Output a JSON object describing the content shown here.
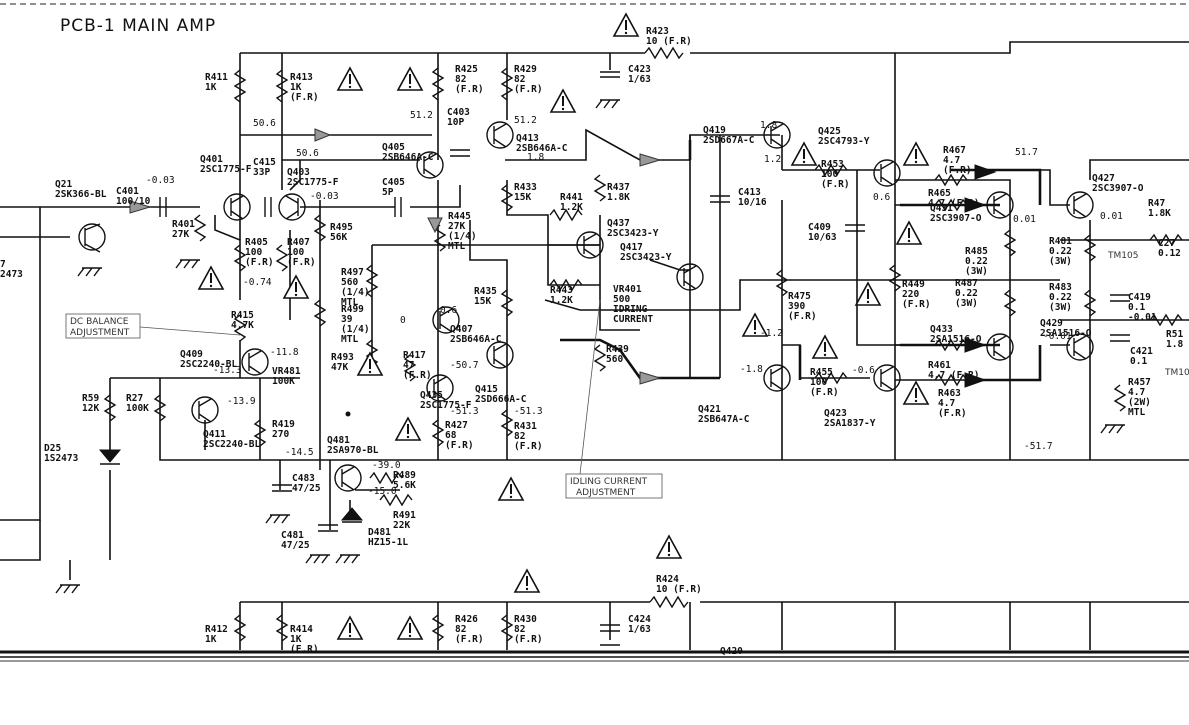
{
  "diagram": {
    "title": "PCB-1 MAIN AMP",
    "notes": {
      "dc_balance_1": "DC BALANCE",
      "dc_balance_2": "ADJUSTMENT",
      "idling_1": "IDLING CURRENT",
      "idling_2": "ADJUSTMENT",
      "tm_top": "TM105",
      "tm_bottom": "TM10"
    },
    "resistors": [
      {
        "id": "r411",
        "lines": [
          "R411",
          "1K"
        ]
      },
      {
        "id": "r413",
        "lines": [
          "R413",
          "1K",
          "(F.R)"
        ]
      },
      {
        "id": "r425",
        "lines": [
          "R425",
          "82",
          "(F.R)"
        ]
      },
      {
        "id": "r429",
        "lines": [
          "R429",
          "82",
          "(F.R)"
        ]
      },
      {
        "id": "r423",
        "lines": [
          "R423",
          "10 (F.R)"
        ]
      },
      {
        "id": "r401",
        "lines": [
          "R401",
          "27K"
        ]
      },
      {
        "id": "r405",
        "lines": [
          "R405",
          "100",
          "(F.R)"
        ]
      },
      {
        "id": "r407",
        "lines": [
          "R407",
          "100",
          "(F.R)"
        ]
      },
      {
        "id": "r495",
        "lines": [
          "R495",
          "56K"
        ]
      },
      {
        "id": "r497",
        "lines": [
          "R497",
          "560",
          "(1/4)",
          "MTL"
        ]
      },
      {
        "id": "r499",
        "lines": [
          "R499",
          "39",
          "(1/4)",
          "MTL"
        ]
      },
      {
        "id": "r445",
        "lines": [
          "R445",
          "27K",
          "(1/4)",
          "MTL"
        ]
      },
      {
        "id": "r433",
        "lines": [
          "R433",
          "15K"
        ]
      },
      {
        "id": "r441",
        "lines": [
          "R441",
          "1.2K"
        ]
      },
      {
        "id": "r437",
        "lines": [
          "R437",
          "1.8K"
        ]
      },
      {
        "id": "r443",
        "lines": [
          "R443",
          "1.2K"
        ]
      },
      {
        "id": "r435",
        "lines": [
          "R435",
          "15K"
        ]
      },
      {
        "id": "r439",
        "lines": [
          "R439",
          "560"
        ]
      },
      {
        "id": "r415",
        "lines": [
          "R415",
          "4.7K"
        ]
      },
      {
        "id": "r417",
        "lines": [
          "R417",
          "47",
          "(F.R)"
        ]
      },
      {
        "id": "r493",
        "lines": [
          "R493",
          "47K"
        ]
      },
      {
        "id": "r419",
        "lines": [
          "R419",
          "270"
        ]
      },
      {
        "id": "r427",
        "lines": [
          "R427",
          "68",
          "(F.R)"
        ]
      },
      {
        "id": "r431",
        "lines": [
          "R431",
          "82",
          "(F.R)"
        ]
      },
      {
        "id": "r489",
        "lines": [
          "R489",
          "5.6K"
        ]
      },
      {
        "id": "r491",
        "lines": [
          "R491",
          "22K"
        ]
      },
      {
        "id": "r59",
        "lines": [
          "R59",
          "12K"
        ]
      },
      {
        "id": "r27",
        "lines": [
          "R27",
          "100K"
        ]
      },
      {
        "id": "r453",
        "lines": [
          "R453",
          "100",
          "(F.R)"
        ]
      },
      {
        "id": "r455",
        "lines": [
          "R455",
          "100",
          "(F.R)"
        ]
      },
      {
        "id": "r475",
        "lines": [
          "R475",
          "390",
          "(F.R)"
        ]
      },
      {
        "id": "r449",
        "lines": [
          "R449",
          "220",
          "(F.R)"
        ]
      },
      {
        "id": "r467",
        "lines": [
          "R467",
          "4.7",
          "(F.R)"
        ]
      },
      {
        "id": "r465",
        "lines": [
          "R465",
          "4.7  (F.R)"
        ]
      },
      {
        "id": "r461",
        "lines": [
          "R461",
          "4.7    (F.R)"
        ]
      },
      {
        "id": "r463",
        "lines": [
          "R463",
          "4.7",
          "(F.R)"
        ]
      },
      {
        "id": "r485",
        "lines": [
          "R485",
          "0.22",
          "(3W)"
        ]
      },
      {
        "id": "r487",
        "lines": [
          "R487",
          "0.22",
          "(3W)"
        ]
      },
      {
        "id": "r481",
        "lines": [
          "R481",
          "0.22",
          "(3W)"
        ]
      },
      {
        "id": "r483",
        "lines": [
          "R483",
          "0.22",
          "(3W)"
        ]
      },
      {
        "id": "r47",
        "lines": [
          "R47",
          "1.8K"
        ]
      },
      {
        "id": "r457",
        "lines": [
          "R457",
          "4.7",
          "(2W)",
          "MTL"
        ]
      },
      {
        "id": "r51",
        "lines": [
          "R51",
          "1.8"
        ]
      },
      {
        "id": "r412",
        "lines": [
          "R412",
          "1K"
        ]
      },
      {
        "id": "r414",
        "lines": [
          "R414",
          "1K",
          "(F.R)"
        ]
      },
      {
        "id": "r426",
        "lines": [
          "R426",
          "82",
          "(F.R)"
        ]
      },
      {
        "id": "r430",
        "lines": [
          "R430",
          "82",
          "(F.R)"
        ]
      },
      {
        "id": "r424",
        "lines": [
          "R424",
          "10 (F.R)"
        ]
      }
    ],
    "capacitors": [
      {
        "id": "c423",
        "lines": [
          "C423",
          "1/63"
        ]
      },
      {
        "id": "c403",
        "lines": [
          "C403",
          "10P"
        ]
      },
      {
        "id": "c415",
        "lines": [
          "C415",
          "33P"
        ]
      },
      {
        "id": "c401",
        "lines": [
          "C401",
          "100/10"
        ]
      },
      {
        "id": "c405",
        "lines": [
          "C405",
          "5P"
        ]
      },
      {
        "id": "c413",
        "lines": [
          "C413",
          "10/16"
        ]
      },
      {
        "id": "c409",
        "lines": [
          "C409",
          "10/63"
        ]
      },
      {
        "id": "c483",
        "lines": [
          "C483",
          "47/25"
        ]
      },
      {
        "id": "c481",
        "lines": [
          "C481",
          "47/25"
        ]
      },
      {
        "id": "c27",
        "lines": [
          "C27",
          "0.12"
        ]
      },
      {
        "id": "c419",
        "lines": [
          "C419",
          "0.1",
          "-0.01"
        ]
      },
      {
        "id": "c421",
        "lines": [
          "C421",
          "0.1"
        ]
      },
      {
        "id": "c424",
        "lines": [
          "C424",
          "1/63"
        ]
      }
    ],
    "transistors": [
      {
        "id": "q21",
        "lines": [
          "Q21",
          "2SK366-BL"
        ]
      },
      {
        "id": "q401",
        "lines": [
          "Q401",
          "2SC1775-F"
        ]
      },
      {
        "id": "q403",
        "lines": [
          "Q403",
          "2SC1775-F"
        ]
      },
      {
        "id": "q405",
        "lines": [
          "Q405",
          "2SB646A-C"
        ]
      },
      {
        "id": "q413",
        "lines": [
          "Q413",
          "2SB646A-C"
        ]
      },
      {
        "id": "q437",
        "lines": [
          "Q437",
          "2SC3423-Y"
        ]
      },
      {
        "id": "q417",
        "lines": [
          "Q417",
          "2SC3423-Y"
        ]
      },
      {
        "id": "q419",
        "lines": [
          "Q419",
          "2SD667A-C"
        ]
      },
      {
        "id": "q425",
        "lines": [
          "Q425",
          "2SC4793-Y"
        ]
      },
      {
        "id": "q427",
        "lines": [
          "Q427",
          "2SC3907-O"
        ]
      },
      {
        "id": "q431",
        "lines": [
          "Q431",
          "2SC3907-O"
        ]
      },
      {
        "id": "q433",
        "lines": [
          "Q433",
          "2SA1516-O"
        ]
      },
      {
        "id": "q429",
        "lines": [
          "Q429",
          "2SA1516-O"
        ]
      },
      {
        "id": "q407",
        "lines": [
          "Q407",
          "2SB646A-C"
        ]
      },
      {
        "id": "q409",
        "lines": [
          "Q409",
          "2SC2240-BL"
        ]
      },
      {
        "id": "q411",
        "lines": [
          "Q411",
          "2SC2240-BL"
        ]
      },
      {
        "id": "q435",
        "lines": [
          "Q435",
          "2SC1775-F"
        ]
      },
      {
        "id": "q415",
        "lines": [
          "Q415",
          "2SD666A-C"
        ]
      },
      {
        "id": "q421",
        "lines": [
          "Q421",
          "2SB647A-C"
        ]
      },
      {
        "id": "q423",
        "lines": [
          "Q423",
          "2SA1837-Y"
        ]
      },
      {
        "id": "q481",
        "lines": [
          "Q481",
          "2SA970-BL"
        ]
      },
      {
        "id": "q420",
        "lines": [
          "Q420"
        ]
      }
    ],
    "others": [
      {
        "id": "vr401",
        "lines": [
          "VR401",
          "500",
          "IDRING",
          "CURRENT"
        ]
      },
      {
        "id": "vr481",
        "lines": [
          "VR481",
          "100K"
        ]
      },
      {
        "id": "d25",
        "lines": [
          "D25",
          "1S2473"
        ]
      },
      {
        "id": "d481",
        "lines": [
          "D481",
          "HZ15-1L"
        ]
      },
      {
        "id": "left-frag",
        "lines": [
          "7",
          "2473"
        ]
      }
    ],
    "voltages": [
      {
        "id": "v-50-6a",
        "text": "50.6"
      },
      {
        "id": "v-50-6b",
        "text": "50.6"
      },
      {
        "id": "v-51-2a",
        "text": "51.2"
      },
      {
        "id": "v-51-2b",
        "text": "51.2"
      },
      {
        "id": "v-0-03a",
        "text": "-0.03"
      },
      {
        "id": "v-0-03b",
        "text": "-0.03"
      },
      {
        "id": "v-1-8a",
        "text": "1.8"
      },
      {
        "id": "v-1-8b",
        "text": "1.8"
      },
      {
        "id": "v-1-2a",
        "text": "1.2"
      },
      {
        "id": "v-0-6a",
        "text": "0.6"
      },
      {
        "id": "v-51-7a",
        "text": "51.7"
      },
      {
        "id": "v-0-01a",
        "text": "0.01"
      },
      {
        "id": "v-0-01b",
        "text": "0.01"
      },
      {
        "id": "v-0-74",
        "text": "-0.74"
      },
      {
        "id": "v-0-6b",
        "text": "0.6"
      },
      {
        "id": "v-11-8",
        "text": "-11.8"
      },
      {
        "id": "v-13-3",
        "text": "-13.3"
      },
      {
        "id": "v-13-9",
        "text": "-13.9"
      },
      {
        "id": "v-0",
        "text": "0"
      },
      {
        "id": "v-50-7",
        "text": "-50.7"
      },
      {
        "id": "v-51-3a",
        "text": "-51.3"
      },
      {
        "id": "v-51-3b",
        "text": "-51.3"
      },
      {
        "id": "v-14-5",
        "text": "-14.5"
      },
      {
        "id": "v-39-0",
        "text": "-39.0"
      },
      {
        "id": "v-15-0",
        "text": "-15.0"
      },
      {
        "id": "v-1-2b",
        "text": "-1.2"
      },
      {
        "id": "v-1-8c",
        "text": "-1.8"
      },
      {
        "id": "v-0-6c",
        "text": "-0.6"
      },
      {
        "id": "v-0-01c",
        "text": "-0.01"
      },
      {
        "id": "v-51-7b",
        "text": "-51.7"
      }
    ]
  }
}
